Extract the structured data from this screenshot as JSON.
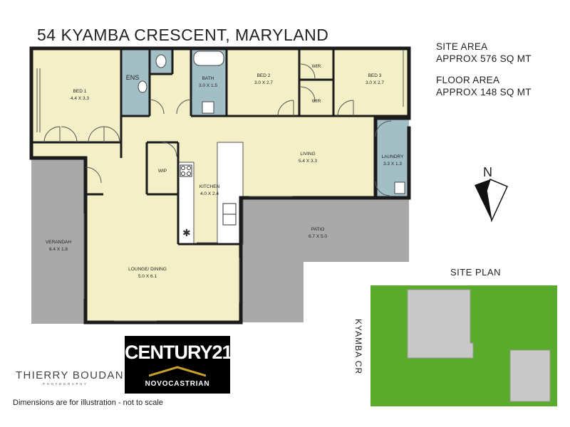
{
  "title": "54 KYAMBA CRESCENT, MARYLAND",
  "site_area": {
    "label": "SITE AREA",
    "value": "APPROX 576 SQ MT"
  },
  "floor_area": {
    "label": "FLOOR AREA",
    "value": "APPROX 148 SQ MT"
  },
  "compass_label": "N",
  "site_plan": {
    "title": "SITE PLAN",
    "street": "KYAMBA CR"
  },
  "rooms": [
    {
      "name": "BED 1",
      "size": "4.4 X 3.3"
    },
    {
      "name": "ENS",
      "size": ""
    },
    {
      "name": "BATH",
      "size": "3.0 X 1.5"
    },
    {
      "name": "BED 2",
      "size": "3.0 X 2.7"
    },
    {
      "name": "WIR",
      "size": ""
    },
    {
      "name": "WIR",
      "size": ""
    },
    {
      "name": "BED 3",
      "size": "3.0 X 2.7"
    },
    {
      "name": "LIVING",
      "size": "5.4 X 3.3"
    },
    {
      "name": "LAUNDRY",
      "size": "3.3 X 1.3"
    },
    {
      "name": "WIP",
      "size": ""
    },
    {
      "name": "KITCHEN",
      "size": "4.0 X 2.4"
    },
    {
      "name": "VERANDAH",
      "size": "6.4 X 1.8"
    },
    {
      "name": "LOUNGE/ DINING",
      "size": "5.0 X 6.1"
    },
    {
      "name": "PATIO",
      "size": "6.7 X 5.0"
    }
  ],
  "branding": {
    "agency": "CENTURY21",
    "agency_sub": "NOVOCASTRIAN",
    "photographer": "THIERRY BOUDAN",
    "photographer_sub": "PHOTOGRAPHY"
  },
  "disclaimer": "Dimensions are for illustration - not to scale",
  "colors": {
    "floor": "#f3efc7",
    "outdoor": "#a9a9a9",
    "wet_area": "#a3bfc6",
    "wall": "#1b1b1b",
    "lawn": "#5aaa2b",
    "building": "#c8c8c8"
  }
}
